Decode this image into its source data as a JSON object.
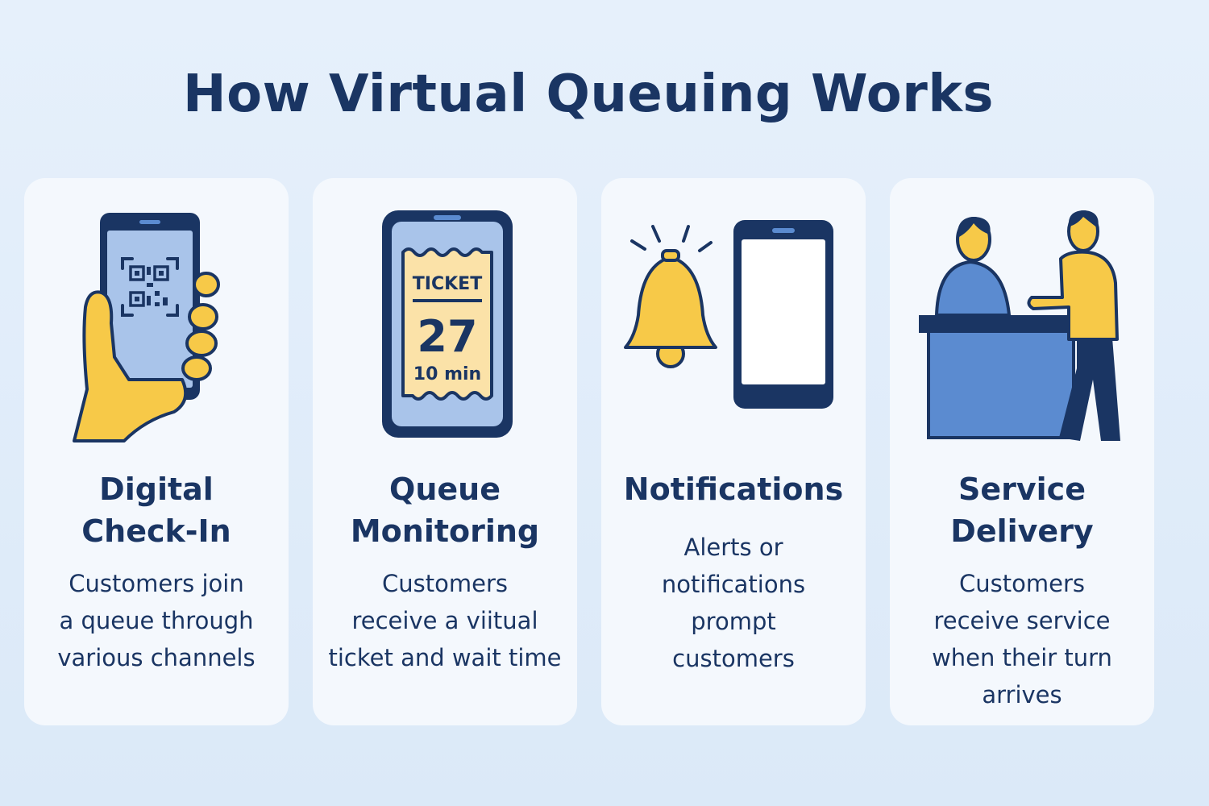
{
  "title": "How Virtual Queuing Works",
  "colors": {
    "navy": "#1a3563",
    "yellow": "#f7c948",
    "blue": "#5b8bd0",
    "light_blue": "#a9c4ea",
    "ticket": "#fbe2a8"
  },
  "steps": [
    {
      "icon": "phone-qr-hand-icon",
      "title_lines": [
        "Digital",
        "Check-In"
      ],
      "desc_lines": [
        "Customers join",
        "a queue through",
        "various channels"
      ]
    },
    {
      "icon": "phone-ticket-icon",
      "ticket": {
        "label": "TICKET",
        "number": "27",
        "wait": "10 min"
      },
      "title_lines": [
        "Queue",
        "Monitoring"
      ],
      "desc_lines": [
        "Customers",
        "receive a viitual",
        "ticket and wait time"
      ]
    },
    {
      "icon": "bell-phone-icon",
      "title_lines": [
        "Notifications"
      ],
      "desc_lines": [
        "Alerts or",
        "notifications",
        "prompt",
        "customers"
      ]
    },
    {
      "icon": "service-counter-icon",
      "title_lines": [
        "Service",
        "Delivery"
      ],
      "desc_lines": [
        "Customers",
        "receive service",
        "when their turn",
        "arrives"
      ]
    }
  ]
}
